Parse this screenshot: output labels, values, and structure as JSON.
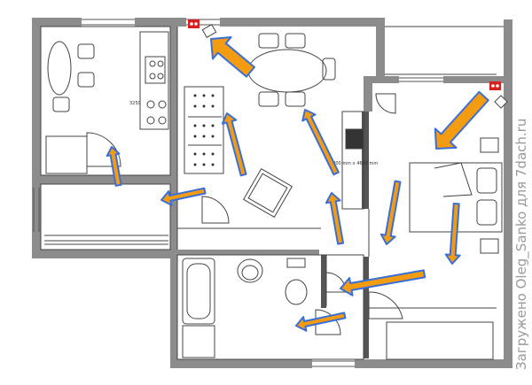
{
  "labels": {
    "kitchen_dim": "3250",
    "living_dim": "2000 mm x 4680 mm"
  },
  "watermark": "Загружено Oleg_Sanko для 7dach.ru",
  "colors": {
    "wall": "#8c8c8c",
    "arrow_fill": "#f39c12",
    "arrow_stroke": "#3a6fd8",
    "sensor": "#d62020",
    "furniture": "#444444"
  }
}
